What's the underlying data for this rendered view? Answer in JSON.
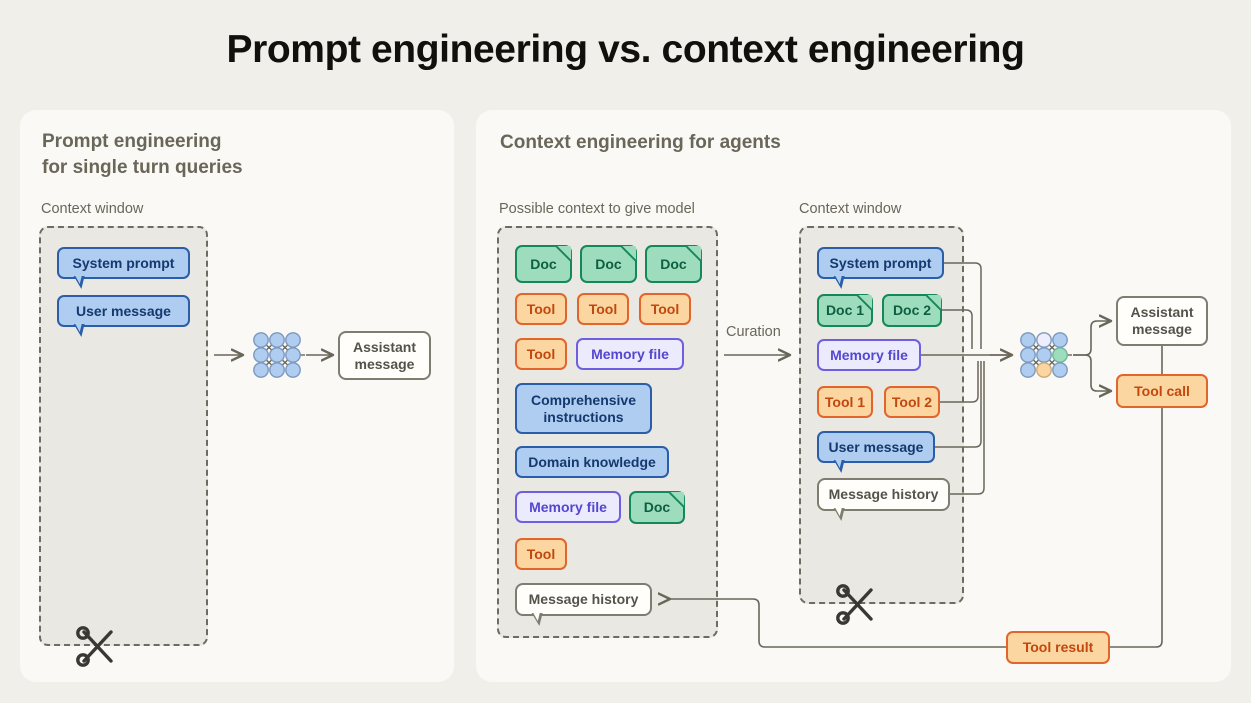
{
  "title": "Prompt engineering vs. context engineering",
  "colors": {
    "page_bg": "#f0efe9",
    "panel_bg": "#faf9f5",
    "context_window_bg": "#eae8e2",
    "blue": "#aecdf0",
    "blue_border": "#2b5ea8",
    "green": "#9ddcbd",
    "green_border": "#16875a",
    "orange": "#fbd6a0",
    "orange_border": "#e2652c",
    "purple": "#ecebfd",
    "purple_border": "#6e5fe0",
    "white": "#fffefb",
    "gray_border": "#807c70",
    "text_gray": "#6a6659"
  },
  "left_panel": {
    "heading": "Prompt engineering\nfor single turn queries",
    "context_window_label": "Context window",
    "items": [
      {
        "label": "System prompt",
        "type": "blue-bubble"
      },
      {
        "label": "User message",
        "type": "blue-bubble"
      }
    ],
    "model_icon": "neural-network-icon",
    "output": {
      "label": "Assistant\nmessage",
      "type": "plain-box"
    },
    "scissors_icon": "scissors-icon"
  },
  "right_panel": {
    "heading": "Context engineering for agents",
    "possible_context_label": "Possible context to give model",
    "context_window_label": "Context window",
    "curation_label": "Curation",
    "possible_context_items": [
      {
        "label": "Doc",
        "type": "doc"
      },
      {
        "label": "Doc",
        "type": "doc"
      },
      {
        "label": "Doc",
        "type": "doc"
      },
      {
        "label": "Tool",
        "type": "tool"
      },
      {
        "label": "Tool",
        "type": "tool"
      },
      {
        "label": "Tool",
        "type": "tool"
      },
      {
        "label": "Tool",
        "type": "tool"
      },
      {
        "label": "Memory file",
        "type": "memory"
      },
      {
        "label": "Comprehensive\ninstructions",
        "type": "blue"
      },
      {
        "label": "Domain knowledge",
        "type": "blue"
      },
      {
        "label": "Memory file",
        "type": "memory"
      },
      {
        "label": "Doc",
        "type": "doc"
      },
      {
        "label": "Tool",
        "type": "tool"
      },
      {
        "label": "Message history",
        "type": "white-bubble"
      }
    ],
    "context_window_items": [
      {
        "label": "System prompt",
        "type": "blue-bubble"
      },
      {
        "label": "Doc 1",
        "type": "doc"
      },
      {
        "label": "Doc 2",
        "type": "doc"
      },
      {
        "label": "Memory file",
        "type": "memory"
      },
      {
        "label": "Tool 1",
        "type": "tool"
      },
      {
        "label": "Tool 2",
        "type": "tool"
      },
      {
        "label": "User message",
        "type": "blue-bubble"
      },
      {
        "label": "Message history",
        "type": "white-bubble"
      }
    ],
    "model_icon": "neural-network-icon",
    "outputs": [
      {
        "label": "Assistant\nmessage",
        "type": "plain-box"
      },
      {
        "label": "Tool call",
        "type": "orange"
      }
    ],
    "tool_result": {
      "label": "Tool result",
      "type": "orange"
    },
    "scissors_icon": "scissors-icon"
  }
}
